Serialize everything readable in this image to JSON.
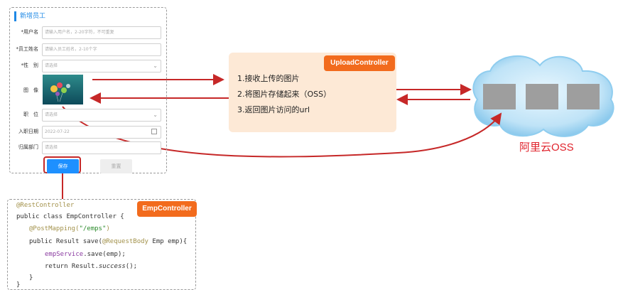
{
  "form": {
    "title": "新增员工",
    "fields": [
      {
        "label": "*用户名",
        "placeholder": "请输入用户名，2-20字符，不可重复"
      },
      {
        "label": "*员工姓名",
        "placeholder": "请输入员工姓名，2-10个字"
      },
      {
        "label": "*性　别",
        "placeholder": "请选择"
      },
      {
        "label": "图　像",
        "placeholder": ""
      },
      {
        "label": "职　位",
        "placeholder": "请选择"
      },
      {
        "label": "入职日期",
        "placeholder": "2022-07-22"
      },
      {
        "label": "归属部门",
        "placeholder": "请选择"
      }
    ],
    "save_label": "保存",
    "reset_label": "重置"
  },
  "upload": {
    "tag": "UploadController",
    "steps": [
      "1.接收上传的图片",
      "2.将图片存储起来（OSS）",
      "3.返回图片访问的url"
    ]
  },
  "oss": {
    "label": "阿里云OSS"
  },
  "code": {
    "tag": "EmpController",
    "line1": "@RestController",
    "line2a": "public class ",
    "line2b": "EmpController {",
    "line3a": "@PostMapping(",
    "line3b": "\"/emps\"",
    "line3c": ")",
    "line4a": "public Result save(",
    "line4b": "@RequestBody",
    "line4c": " Emp emp){",
    "line5a": "empService",
    "line5b": ".save(emp);",
    "line6a": "return Result.",
    "line6b": "success",
    "line6c": "();",
    "line7": "}",
    "line8": "}"
  },
  "colors": {
    "accent_red": "#c62828",
    "tag_orange": "#f26b1d",
    "box_fill": "#fde9d6",
    "cloud": "#bfe3f7"
  }
}
